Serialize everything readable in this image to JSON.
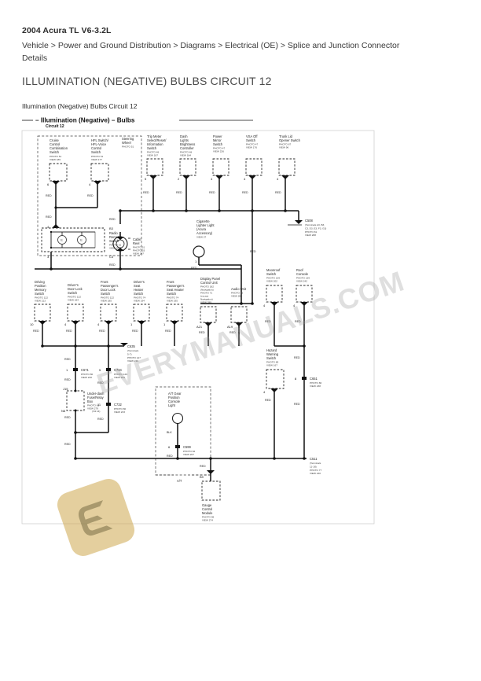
{
  "header": {
    "model": "2004 Acura TL V6-3.2L",
    "breadcrumb": "Vehicle > Power and Ground Distribution > Diagrams > Electrical (OE) > Splice and Junction Connector Details",
    "title": "ILLUMINATION (NEGATIVE) BULBS CIRCUIT 12",
    "subtitle": "Illumination (Negative) Bulbs Circuit 12"
  },
  "diagram": {
    "banner_title": "– Illumination (Negative) – Bulbs",
    "banner_subtitle": "Circuit 12",
    "watermark": "EVERYMANUALS.COM",
    "wire_label_red": "RED",
    "wire_label_blk": "BLK",
    "at_label": "A/T",
    "components": [
      {
        "name": "cruise-control-combination-switch",
        "lines": [
          "Cruise",
          "Control",
          "Combination",
          "Switch",
          "PHOTO 51",
          "VIEW 189"
        ],
        "pin": "6"
      },
      {
        "name": "hfl-switch-hfl-voice-control-switch",
        "lines": [
          "HFL Switch/",
          "HFL-Voice",
          "Control",
          "Switch",
          "PHOTO 51",
          "VIEW 177"
        ],
        "pin": "4"
      },
      {
        "name": "steering-wheel",
        "lines": [
          "Steering",
          "Wheel",
          "PHOTO 51"
        ],
        "pin": ""
      },
      {
        "name": "trip-meter-select-reset-information-switch",
        "lines": [
          "Trip Meter",
          "Select/Reset/",
          "Information",
          "Switch",
          "PHOTO 48",
          "VIEW 187"
        ],
        "pin": "5"
      },
      {
        "name": "dash-lights-brightness-controller",
        "lines": [
          "Dash",
          "Lights",
          "Brightness",
          "Controller",
          "PHOTO 48",
          "VIEW 184"
        ],
        "pin": "2"
      },
      {
        "name": "power-mirror-switch",
        "lines": [
          "Power",
          "Mirror",
          "Switch",
          "PHOTO 47",
          "VIEW 226"
        ],
        "pin": "4"
      },
      {
        "name": "vsa-off-switch",
        "lines": [
          "VSA Off",
          "Switch",
          "PHOTO 47",
          "VIEW 176"
        ],
        "pin": "4"
      },
      {
        "name": "trunk-lid-opener-switch",
        "lines": [
          "Trunk Lid",
          "Opener Switch",
          "PHOTO 87",
          "VIEW 96"
        ],
        "pin": "4"
      },
      {
        "name": "radio-remote-switch",
        "lines": [
          "Radio",
          "Remote",
          "Switch",
          "PHOTO 51",
          "VIEW 203"
        ],
        "pin": "4"
      },
      {
        "name": "cable-reel",
        "lines": [
          "Cable",
          "Reel",
          "PHOTO 51",
          "PHOTO 53",
          "VIEW 247"
        ],
        "pin": ""
      },
      {
        "name": "cigarette-lighter-light",
        "lines": [
          "Cigarette",
          "Lighter Light",
          "(Acura",
          "Accessory)",
          "VIEW 37"
        ],
        "pin": "1"
      },
      {
        "name": "driving-position-memory-switch",
        "lines": [
          "Driving",
          "Position",
          "Memory",
          "Switch",
          "PHOTO 122",
          "VIEW 213"
        ],
        "pin": "10"
      },
      {
        "name": "drivers-door-lock-switch",
        "lines": [
          "Driver's",
          "Door Lock",
          "Switch",
          "PHOTO 122",
          "VIEW 184"
        ],
        "pin": "4"
      },
      {
        "name": "front-passengers-door-lock-switch",
        "lines": [
          "Front",
          "Passenger's",
          "Door Lock",
          "Switch",
          "PHOTO 122",
          "VIEW 185"
        ],
        "pin": "4"
      },
      {
        "name": "drivers-seat-heater-switch",
        "lines": [
          "Driver's",
          "Seat",
          "Heater",
          "Switch",
          "PHOTO 74",
          "VIEW 194"
        ],
        "pin": "1"
      },
      {
        "name": "front-passengers-seat-heater-switch",
        "lines": [
          "Front",
          "Passenger's",
          "Seat Heater",
          "Switch",
          "PHOTO 74",
          "VIEW 195"
        ],
        "pin": "1"
      },
      {
        "name": "display-panel-control-unit",
        "lines": [
          "Display Panel",
          "Control Unit",
          "PHOTO 182",
          "(Navigation)",
          "PHOTO 71",
          "(except",
          "Navigation)",
          "VIEW 289"
        ],
        "pin": "A21"
      },
      {
        "name": "audio-unit",
        "lines": [
          "Audio Unit",
          "PHOTO 72",
          "VIEW 286"
        ],
        "pin": "A19"
      },
      {
        "name": "moonroof-switch",
        "lines": [
          "Moonroof",
          "Switch",
          "PHOTO 139",
          "VIEW 202"
        ],
        "pin": "4"
      },
      {
        "name": "roof-console",
        "lines": [
          "Roof",
          "Console",
          "PHOTO 139",
          "VIEW 242"
        ],
        "pin": "4"
      },
      {
        "name": "hazard-warning-switch",
        "lines": [
          "Hazard",
          "Warning",
          "Switch",
          "PHOTO 89",
          "VIEW 167"
        ],
        "pin": "4"
      },
      {
        "name": "under-dash-fuse-relay-box",
        "lines": [
          "Under-dash",
          "Fuse/Relay",
          "Box",
          "PHOTO 61",
          "VIEW 279"
        ],
        "pin": "N6"
      },
      {
        "name": "at-gear-position-console-light",
        "lines": [
          "A/T Gear",
          "Position",
          "Console",
          "Light"
        ],
        "pin": "6"
      },
      {
        "name": "gauge-control-module",
        "lines": [
          "Gauge",
          "Control",
          "Module",
          "PHOTO 98",
          "VIEW 274"
        ],
        "pin": "B9"
      }
    ],
    "connectors": [
      {
        "name": "c508",
        "lines": [
          "C508",
          "(Terminals A3, B3,",
          "C3, D3, E3, F3, G3)",
          "PHOTO 81",
          "VIEW 288"
        ]
      },
      {
        "name": "c635",
        "lines": [
          "C635",
          "(Terminals",
          "5-7)",
          "PHOTO 127",
          "VIEW 249"
        ]
      },
      {
        "name": "c671",
        "lines": [
          "C671",
          "PHOTO 80",
          "VIEW 240"
        ],
        "pin": "1"
      },
      {
        "name": "c734",
        "lines": [
          "C734",
          "PHOTO 129",
          "VIEW 234"
        ],
        "pin": "5"
      },
      {
        "name": "c732",
        "lines": [
          "C732",
          "PHOTO 80",
          "VIEW 233"
        ],
        "pin": "11",
        "note": "('04 14)"
      },
      {
        "name": "c651",
        "lines": [
          "C651",
          "PHOTO 80",
          "VIEW 238"
        ],
        "pin": "8"
      },
      {
        "name": "c511",
        "lines": [
          "C511",
          "(Terminals",
          "11-18)",
          "PHOTO 77",
          "VIEW 240"
        ]
      },
      {
        "name": "c599",
        "lines": [
          "C599",
          "PHOTO 82",
          "VIEW 207"
        ],
        "pin": "6"
      },
      {
        "name": "b3",
        "lines": [
          "B3"
        ]
      },
      {
        "name": "c3",
        "lines": [
          "C3"
        ]
      },
      {
        "name": "j15",
        "lines": [
          "J15"
        ]
      }
    ]
  }
}
